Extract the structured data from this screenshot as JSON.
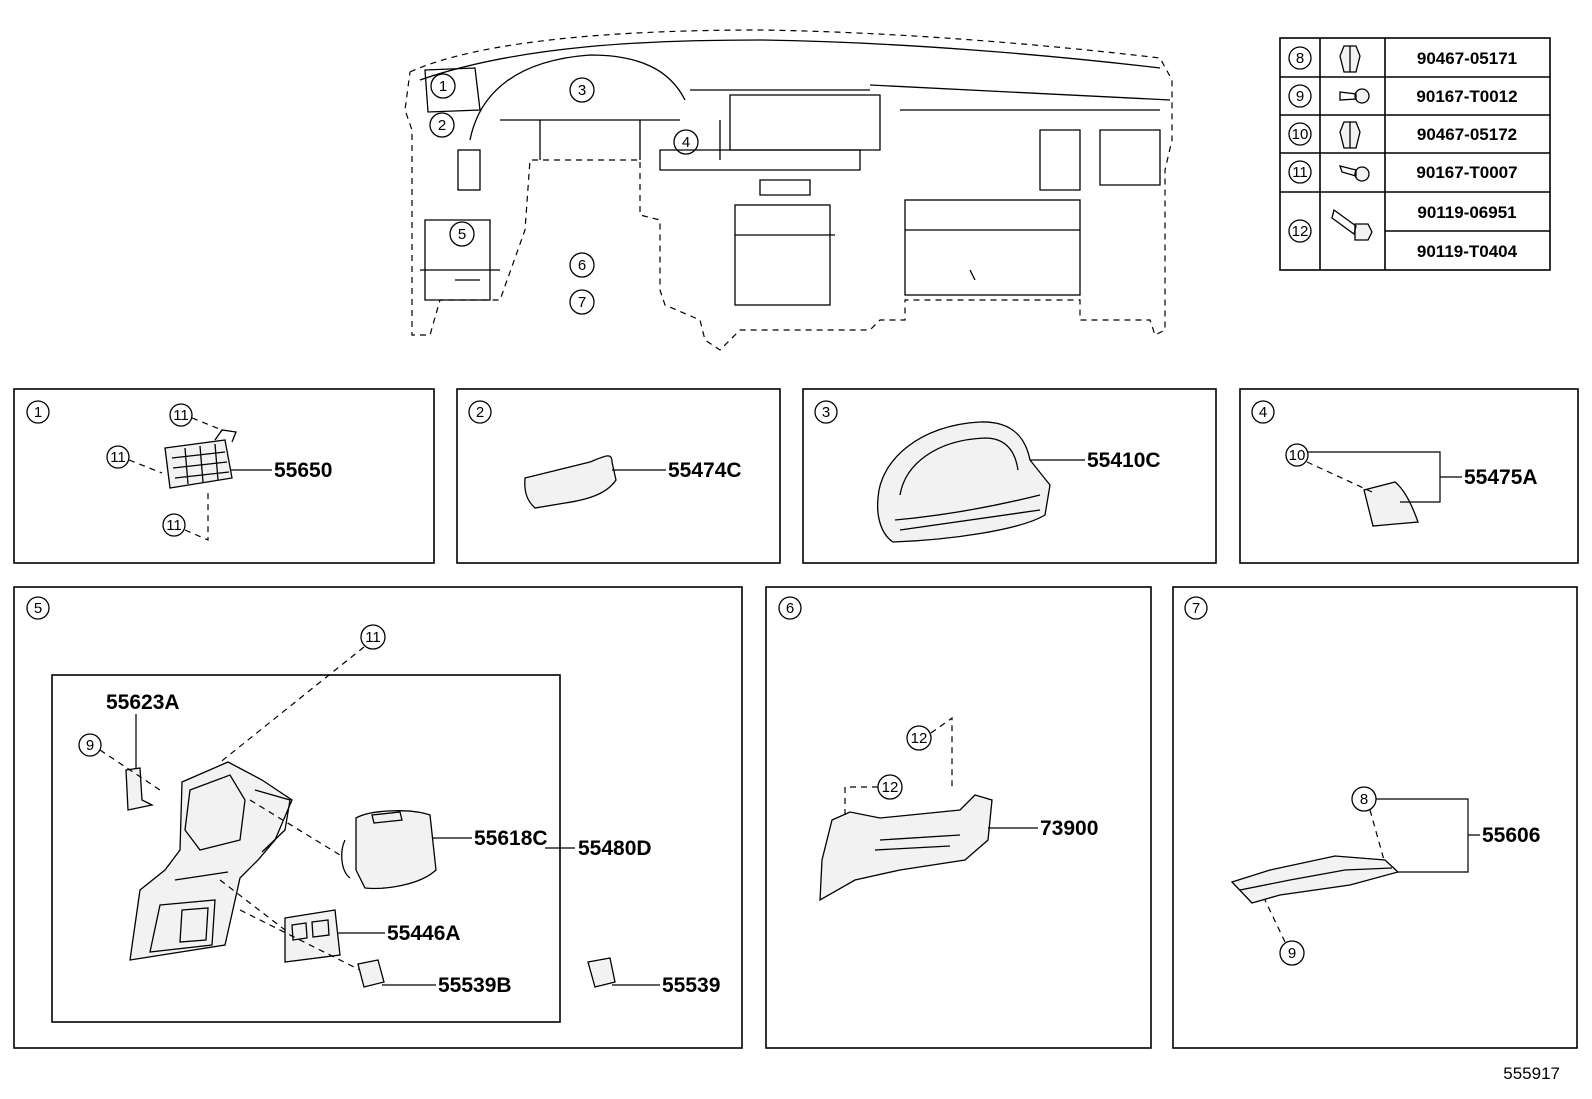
{
  "diagram_id": "555917",
  "fastener_table": [
    {
      "callout": "8",
      "part": "90467-05171",
      "icon": "clip-icon"
    },
    {
      "callout": "9",
      "part": "90167-T0012",
      "icon": "screw-icon"
    },
    {
      "callout": "10",
      "part": "90467-05172",
      "icon": "clip-icon"
    },
    {
      "callout": "11",
      "part": "90167-T0007",
      "icon": "screw-icon"
    },
    {
      "callout": "12",
      "part": "90119-06951",
      "part2": "90119-T0404",
      "icon": "bolt-icon"
    }
  ],
  "overview_callouts": [
    "1",
    "2",
    "3",
    "4",
    "5",
    "6",
    "7"
  ],
  "panels": {
    "p1": {
      "number": "1",
      "part": "55650",
      "callouts": [
        "11",
        "11",
        "11"
      ]
    },
    "p2": {
      "number": "2",
      "part": "55474C"
    },
    "p3": {
      "number": "3",
      "part": "55410C"
    },
    "p4": {
      "number": "4",
      "part": "55475A",
      "callouts": [
        "10"
      ]
    },
    "p5": {
      "number": "5",
      "callouts": [
        "11",
        "9"
      ],
      "parts": {
        "a": "55623A",
        "b": "55618C",
        "c": "55480D",
        "d": "55446A",
        "e": "55539B",
        "f": "55539"
      }
    },
    "p6": {
      "number": "6",
      "part": "73900",
      "callouts": [
        "12",
        "12"
      ]
    },
    "p7": {
      "number": "7",
      "part": "55606",
      "callouts": [
        "8",
        "9"
      ]
    }
  }
}
